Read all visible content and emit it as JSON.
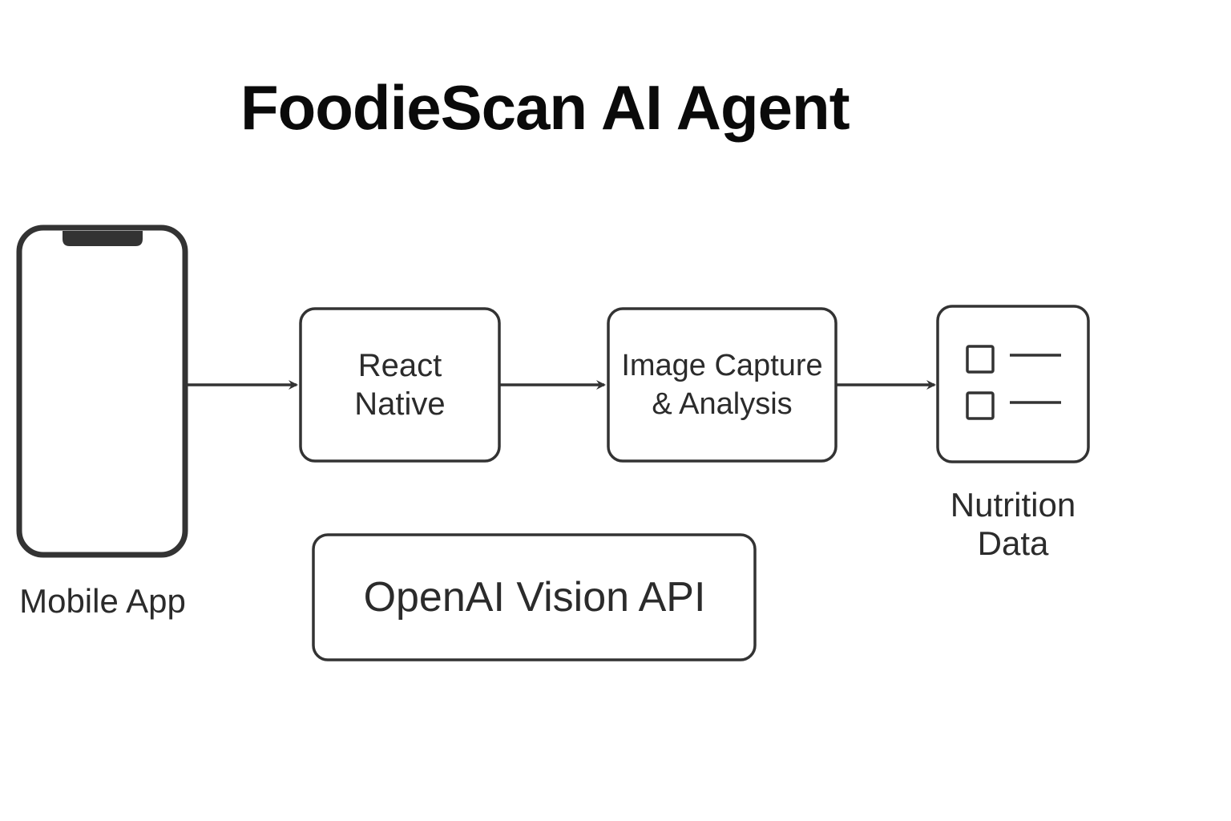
{
  "title": "FoodieScan AI Agent",
  "nodes": {
    "mobile_app": {
      "label": "Mobile App",
      "icon": "smartphone-icon"
    },
    "react_native": {
      "label": "React\nNative"
    },
    "image_capture": {
      "label": "Image Capture\n& Analysis"
    },
    "nutrition_data": {
      "label": "Nutrition\nData",
      "icon": "checklist-icon"
    },
    "openai_vision": {
      "label": "OpenAI Vision API"
    }
  },
  "edges": [
    {
      "from": "mobile_app",
      "to": "react_native"
    },
    {
      "from": "react_native",
      "to": "image_capture"
    },
    {
      "from": "image_capture",
      "to": "nutrition_data"
    }
  ],
  "colors": {
    "stroke": "#333333",
    "text": "#2b2b2b",
    "title": "#0a0a0a",
    "background": "#ffffff"
  }
}
